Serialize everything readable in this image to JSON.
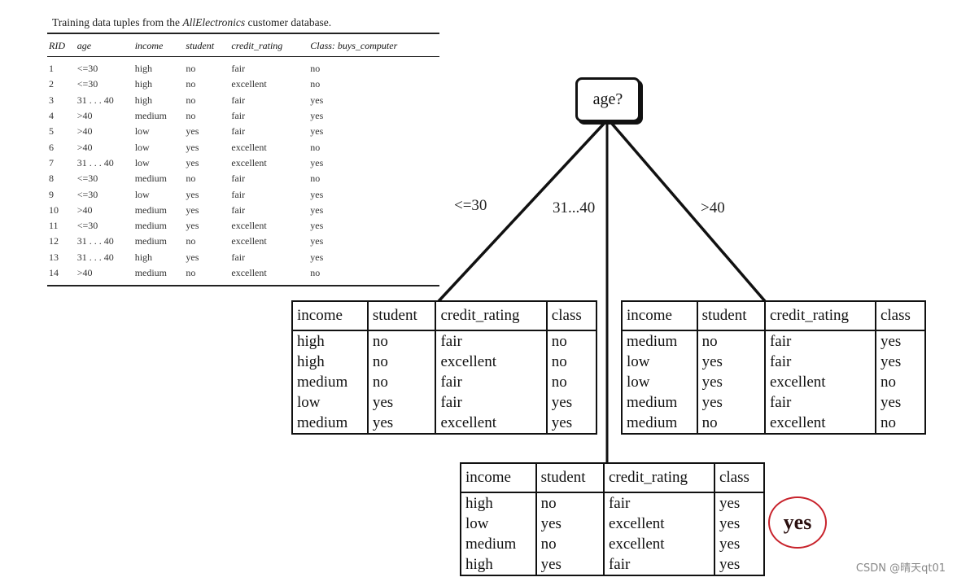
{
  "training": {
    "caption_before": "Training data tuples from the ",
    "caption_italic": "AllElectronics",
    "caption_after": " customer database.",
    "headers": [
      "RID",
      "age",
      "income",
      "student",
      "credit_rating",
      "Class: buys_computer"
    ],
    "rows": [
      [
        "1",
        "<=30",
        "high",
        "no",
        "fair",
        "no"
      ],
      [
        "2",
        "<=30",
        "high",
        "no",
        "excellent",
        "no"
      ],
      [
        "3",
        "31 . . . 40",
        "high",
        "no",
        "fair",
        "yes"
      ],
      [
        "4",
        ">40",
        "medium",
        "no",
        "fair",
        "yes"
      ],
      [
        "5",
        ">40",
        "low",
        "yes",
        "fair",
        "yes"
      ],
      [
        "6",
        ">40",
        "low",
        "yes",
        "excellent",
        "no"
      ],
      [
        "7",
        "31 . . . 40",
        "low",
        "yes",
        "excellent",
        "yes"
      ],
      [
        "8",
        "<=30",
        "medium",
        "no",
        "fair",
        "no"
      ],
      [
        "9",
        "<=30",
        "low",
        "yes",
        "fair",
        "yes"
      ],
      [
        "10",
        ">40",
        "medium",
        "yes",
        "fair",
        "yes"
      ],
      [
        "11",
        "<=30",
        "medium",
        "yes",
        "excellent",
        "yes"
      ],
      [
        "12",
        "31 . . . 40",
        "medium",
        "no",
        "excellent",
        "yes"
      ],
      [
        "13",
        "31 . . . 40",
        "high",
        "yes",
        "fair",
        "yes"
      ],
      [
        "14",
        ">40",
        "medium",
        "no",
        "excellent",
        "no"
      ]
    ]
  },
  "tree": {
    "root": "age?",
    "branches": [
      "<=30",
      "31...40",
      ">40"
    ],
    "partitions": {
      "left": {
        "headers": [
          "income",
          "student",
          "credit_rating",
          "class"
        ],
        "rows": [
          [
            "high",
            "no",
            "fair",
            "no"
          ],
          [
            "high",
            "no",
            "excellent",
            "no"
          ],
          [
            "medium",
            "no",
            "fair",
            "no"
          ],
          [
            "low",
            "yes",
            "fair",
            "yes"
          ],
          [
            "medium",
            "yes",
            "excellent",
            "yes"
          ]
        ]
      },
      "middle": {
        "headers": [
          "income",
          "student",
          "credit_rating",
          "class"
        ],
        "rows": [
          [
            "high",
            "no",
            "fair",
            "yes"
          ],
          [
            "low",
            "yes",
            "excellent",
            "yes"
          ],
          [
            "medium",
            "no",
            "excellent",
            "yes"
          ],
          [
            "high",
            "yes",
            "fair",
            "yes"
          ]
        ]
      },
      "right": {
        "headers": [
          "income",
          "student",
          "credit_rating",
          "class"
        ],
        "rows": [
          [
            "medium",
            "no",
            "fair",
            "yes"
          ],
          [
            "low",
            "yes",
            "fair",
            "yes"
          ],
          [
            "low",
            "yes",
            "excellent",
            "no"
          ],
          [
            "medium",
            "yes",
            "fair",
            "yes"
          ],
          [
            "medium",
            "no",
            "excellent",
            "no"
          ]
        ]
      }
    },
    "leaf": "yes"
  },
  "watermark": "CSDN @晴天qt01",
  "colors": {
    "line": "#111111",
    "leaf_circle": "#c8232c"
  }
}
